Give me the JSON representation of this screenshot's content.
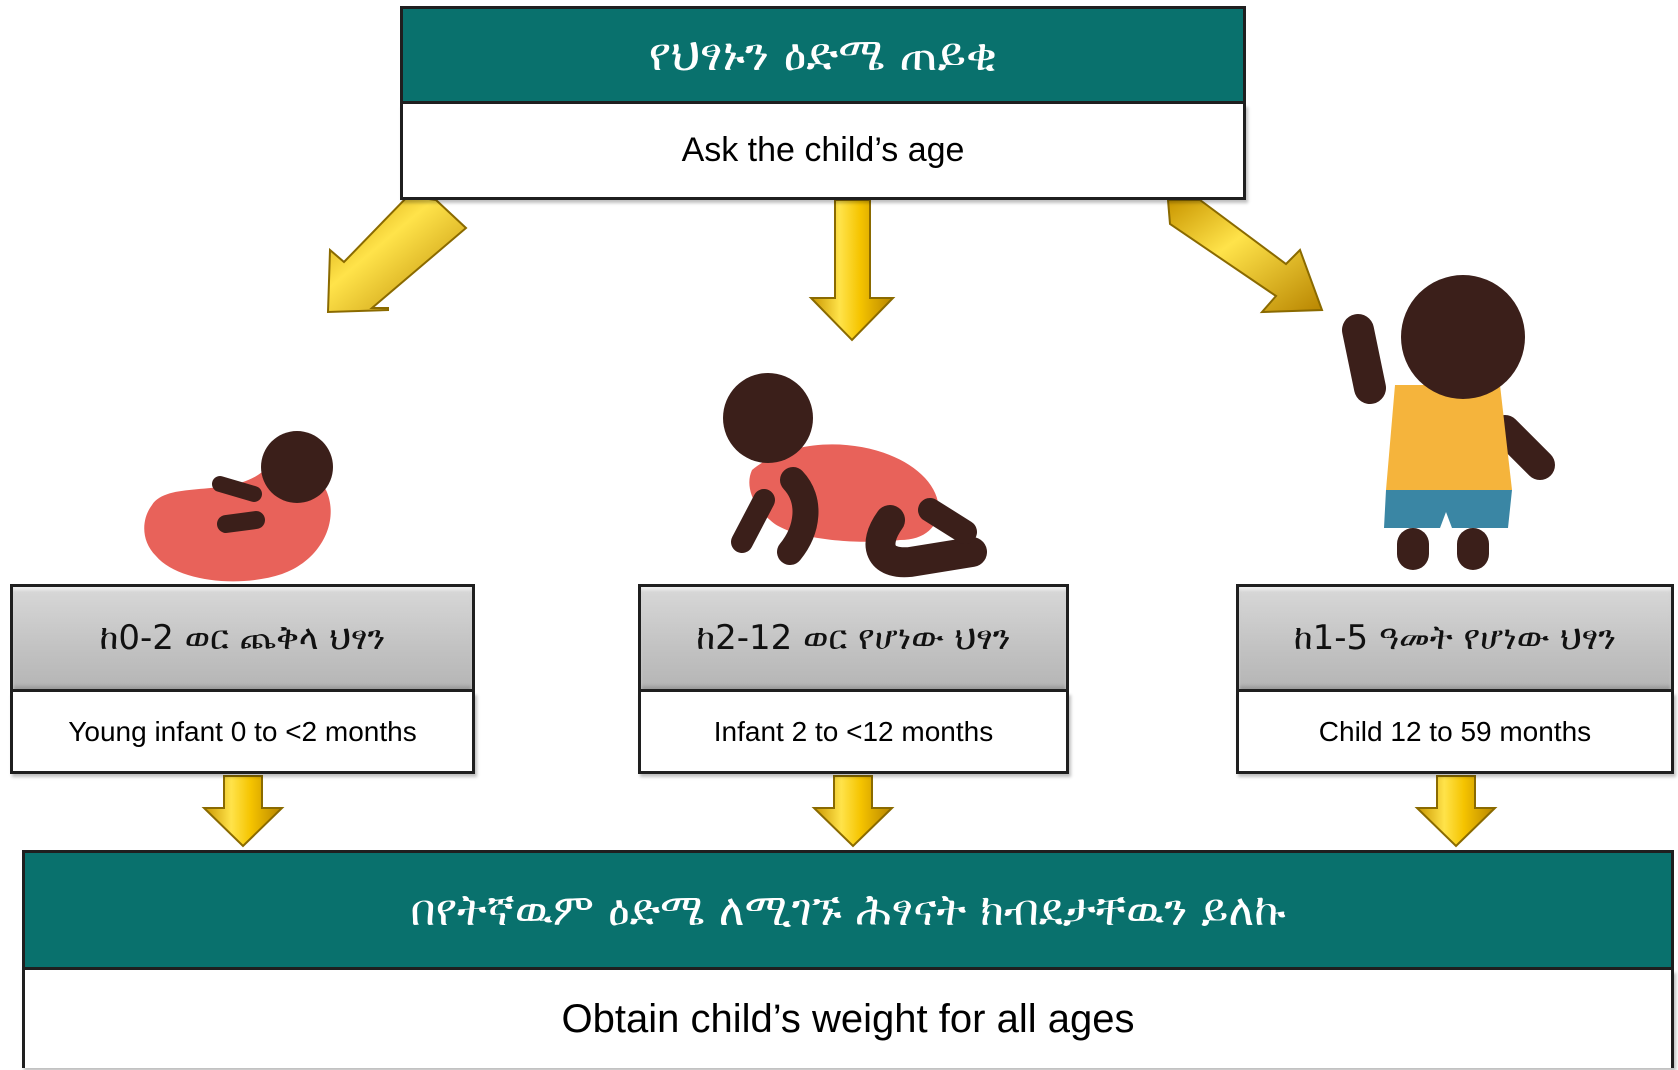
{
  "top": {
    "amharic": "የህፃኑን ዕድሜ ጠይቂ",
    "english": "Ask the child’s age"
  },
  "groups": [
    {
      "amharic": "ከ0-2 ወር ጨቅላ ህፃን",
      "english": "Young infant 0 to <2 months",
      "figure": "lying-baby-icon"
    },
    {
      "amharic": "ከ2-12 ወር የሆነው ህፃን",
      "english": "Infant 2 to <12 months",
      "figure": "crawling-infant-icon"
    },
    {
      "amharic": "ከ1-5 ዓመት የሆነው ህፃን",
      "english": "Child 12 to 59 months",
      "figure": "standing-child-icon"
    }
  ],
  "bottom": {
    "amharic": "በየትኛዉም ዕድሜ ለሚገኙ ሕፃናት ክብደታቸዉን ይለኩ",
    "english": "Obtain child’s weight for all ages"
  },
  "colors": {
    "header_teal": "#09716d",
    "arrow_gold": "#f2c200",
    "skin": "#3b1f1a",
    "baby_clothes": "#e8625a",
    "child_shirt": "#f5b43c",
    "child_shorts": "#3a86a4"
  }
}
